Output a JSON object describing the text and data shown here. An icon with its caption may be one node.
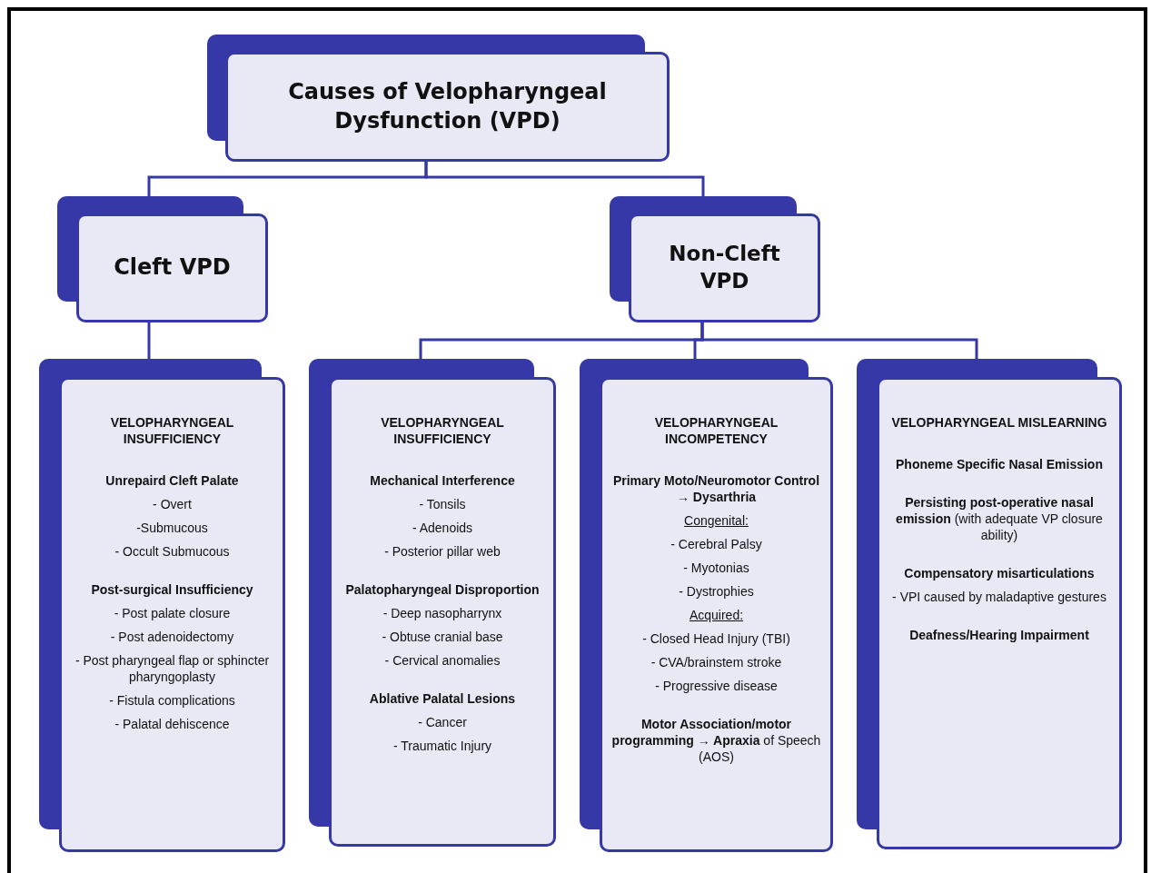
{
  "diagram": {
    "nodes": [
      {
        "text": [
          "Causes of Velopharyngeal Dysfunction (VPD)"
        ]
      },
      {
        "text": [
          "Cleft VPD"
        ]
      },
      {
        "text": [
          "Non-Cleft VPD"
        ]
      },
      {
        "text": [
          "VELOPHARYNGEAL INSUFFICIENCY",
          "Unrepaird Cleft Palate",
          "- Overt",
          "-Submucous",
          "- Occult Submucous",
          "Post-surgical Insufficiency",
          "- Post palate closure",
          "- Post adenoidectomy",
          "- Post pharyngeal flap or sphincter pharyngoplasty",
          "- Fistula complications",
          "- Palatal dehiscence"
        ]
      },
      {
        "text": [
          "VELOPHARYNGEAL INSUFFICIENCY",
          "Mechanical Interference",
          "- Tonsils",
          "- Adenoids",
          "- Posterior pillar web",
          "Palatopharyngeal Disproportion",
          "- Deep nasopharrynx",
          "- Obtuse cranial base",
          "- Cervical anomalies",
          "Ablative Palatal Lesions",
          "- Cancer",
          "- Traumatic Injury"
        ]
      },
      {
        "text": [
          "VELOPHARYNGEAL INCOMPETENCY",
          "Primary Moto/Neuromotor Control → Dysarthria",
          "Congenital:",
          "- Cerebral Palsy",
          "- Myotonias",
          "- Dystrophies",
          "Acquired:",
          "- Closed Head Injury (TBI)",
          "- CVA/brainstem stroke",
          "- Progressive disease",
          "**Motor Association/motor programming → Apraxia** of Speech (AOS)"
        ]
      },
      {
        "text": [
          "VELOPHARYNGEAL MISLEARNING",
          "Phoneme Specific Nasal Emission",
          "**Persisting post-operative nasal emission** (with adequate VP closure ability)",
          "Compensatory misarticulations",
          "- VPI caused by maladaptive gestures",
          "Deafness/Hearing Impairment"
        ]
      }
    ],
    "edges": [
      {
        "from": 0,
        "to": 1,
        "arrow": "none"
      },
      {
        "from": 0,
        "to": 2,
        "arrow": "none"
      },
      {
        "from": 1,
        "to": 3,
        "arrow": "none"
      },
      {
        "from": 2,
        "to": 4,
        "arrow": "none"
      },
      {
        "from": 2,
        "to": 5,
        "arrow": "none"
      },
      {
        "from": 2,
        "to": 6,
        "arrow": "none"
      }
    ]
  }
}
